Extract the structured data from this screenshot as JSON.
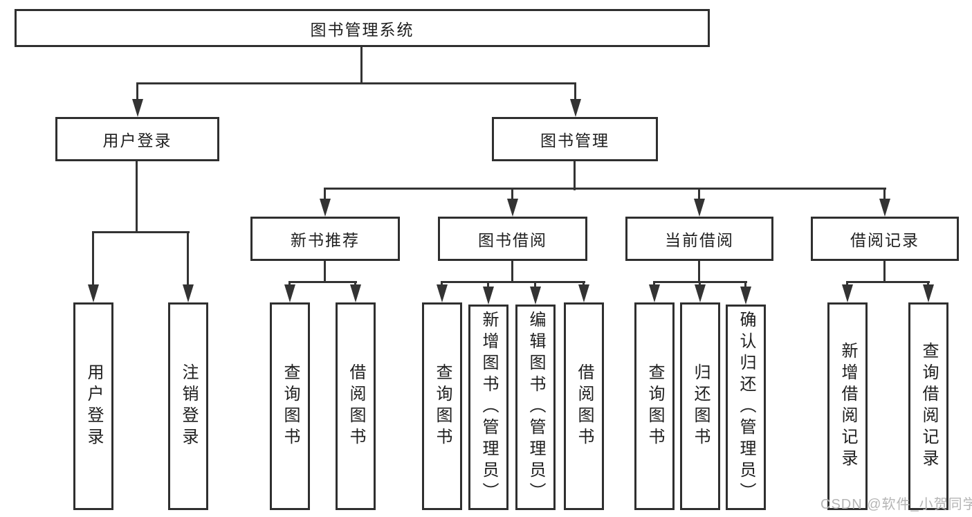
{
  "diagram": {
    "root_label": "图书管理系统",
    "level2": [
      {
        "label": "用户登录"
      },
      {
        "label": "图书管理"
      }
    ],
    "level3": [
      {
        "label": "新书推荐"
      },
      {
        "label": "图书借阅"
      },
      {
        "label": "当前借阅"
      },
      {
        "label": "借阅记录"
      }
    ],
    "leaves": {
      "user_login": [
        "用户登录",
        "注销登录"
      ],
      "new_book_recommend": [
        "查询图书",
        "借阅图书"
      ],
      "book_borrow": [
        "查询图书",
        "新增图书（管理员）",
        "编辑图书（管理员）",
        "借阅图书"
      ],
      "current_borrow": [
        "查询图书",
        "归还图书",
        "确认归还（管理员）"
      ],
      "borrow_record": [
        "新增借阅记录",
        "查询借阅记录"
      ]
    }
  },
  "watermark": {
    "text": "CSDN @软件_小贺同学"
  },
  "colors": {
    "line_color": "#333333",
    "border_color": "#2f2f2f",
    "text_color": "#1e1e1e",
    "watermark_color": "#b5b5b5",
    "bg_color": "#ffffff"
  }
}
